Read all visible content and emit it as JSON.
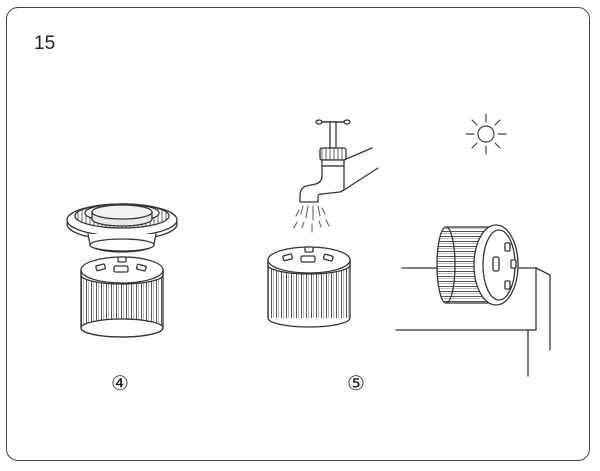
{
  "page_number": "15",
  "steps": [
    {
      "label": "④"
    },
    {
      "label": "⑤"
    }
  ],
  "icons": [
    "filter-cap-icon",
    "filter-cartridge-icon",
    "water-tap-icon",
    "water-drops-icon",
    "sun-icon",
    "shelf-icon"
  ]
}
